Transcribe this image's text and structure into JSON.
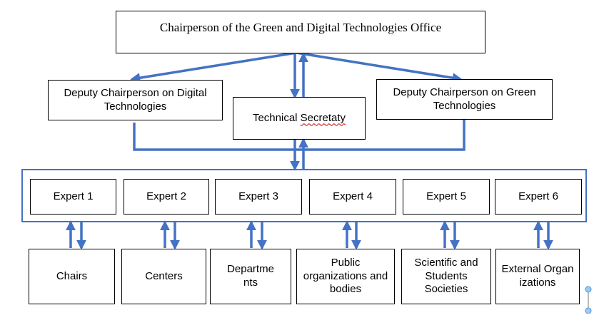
{
  "chair": {
    "label": "Chairperson of the Green and Digital Technologies Office"
  },
  "deputy_digital": {
    "label": "Deputy Chairperson on Digital Technologies"
  },
  "technical_secretary": {
    "label_prefix": "Technical ",
    "label_misspelled": "Secretaty"
  },
  "deputy_green": {
    "label": "Deputy Chairperson on Green Technologies"
  },
  "experts": [
    "Expert 1",
    "Expert 2",
    "Expert 3",
    "Expert 4",
    "Expert 5",
    "Expert 6"
  ],
  "units": [
    "Chairs",
    "Centers",
    "Departments",
    "Public organizations and bodies",
    "Scientific and Students Societies",
    "External Organizations"
  ],
  "colors": {
    "connector": "#4472C4",
    "border": "#000000",
    "spellcheck_underline": "#d40000"
  }
}
